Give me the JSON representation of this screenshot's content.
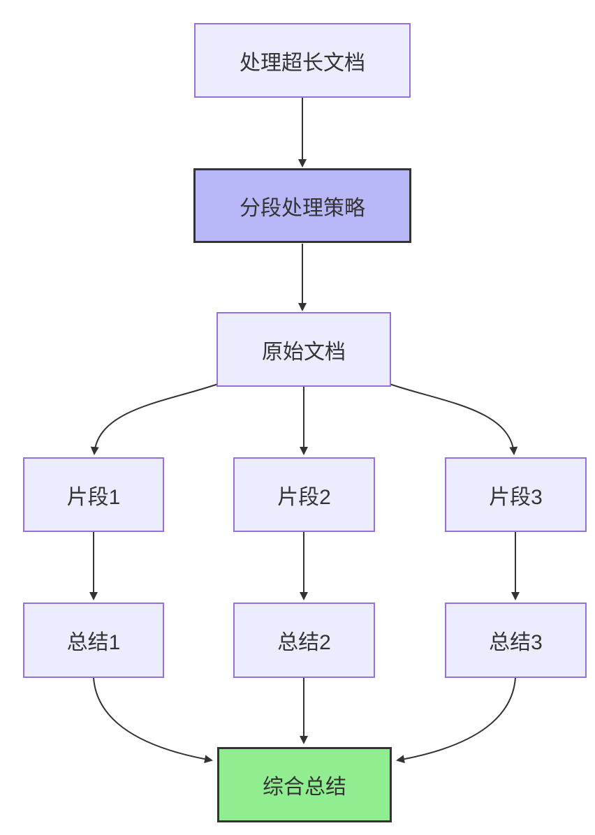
{
  "diagram": {
    "type": "flowchart",
    "direction": "top-down",
    "background": "#ffffff",
    "colors": {
      "node_fill": "#ECECFF",
      "node_border": "#9370DB",
      "emphasis_fill": "#B8B8F8",
      "emphasis_border": "#333333",
      "success_fill": "#90EE90",
      "success_border": "#333333",
      "edge": "#333333",
      "text": "#333333"
    },
    "nodes": [
      {
        "id": "start",
        "label": "处理超长文档",
        "style": "default"
      },
      {
        "id": "strategy",
        "label": "分段处理策略",
        "style": "emphasis"
      },
      {
        "id": "doc",
        "label": "原始文档",
        "style": "default"
      },
      {
        "id": "seg1",
        "label": "片段1",
        "style": "default"
      },
      {
        "id": "seg2",
        "label": "片段2",
        "style": "default"
      },
      {
        "id": "seg3",
        "label": "片段3",
        "style": "default"
      },
      {
        "id": "sum1",
        "label": "总结1",
        "style": "default"
      },
      {
        "id": "sum2",
        "label": "总结2",
        "style": "default"
      },
      {
        "id": "sum3",
        "label": "总结3",
        "style": "default"
      },
      {
        "id": "final",
        "label": "综合总结",
        "style": "success"
      }
    ],
    "edges": [
      {
        "from": "start",
        "to": "strategy"
      },
      {
        "from": "strategy",
        "to": "doc"
      },
      {
        "from": "doc",
        "to": "seg1"
      },
      {
        "from": "doc",
        "to": "seg2"
      },
      {
        "from": "doc",
        "to": "seg3"
      },
      {
        "from": "seg1",
        "to": "sum1"
      },
      {
        "from": "seg2",
        "to": "sum2"
      },
      {
        "from": "seg3",
        "to": "sum3"
      },
      {
        "from": "sum1",
        "to": "final"
      },
      {
        "from": "sum2",
        "to": "final"
      },
      {
        "from": "sum3",
        "to": "final"
      }
    ]
  }
}
